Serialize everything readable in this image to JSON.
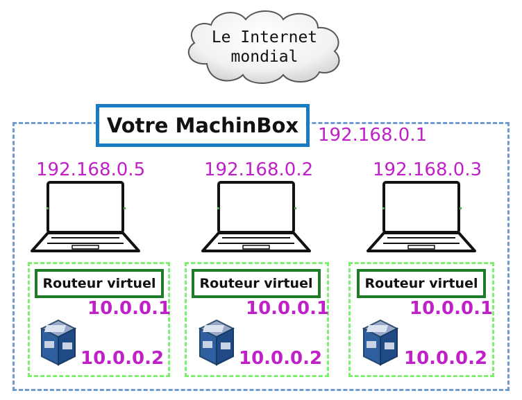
{
  "cloud": {
    "text": "Le Internet\nmondial"
  },
  "box": {
    "label": "Votre MachinBox",
    "ip": "192.168.0.1"
  },
  "laptops": [
    {
      "ip": "192.168.0.5",
      "router_label": "Routeur virtuel",
      "router_ip": "10.0.0.1",
      "vm_ip": "10.0.0.2"
    },
    {
      "ip": "192.168.0.2",
      "router_label": "Routeur virtuel",
      "router_ip": "10.0.0.1",
      "vm_ip": "10.0.0.2"
    },
    {
      "ip": "192.168.0.3",
      "router_label": "Routeur virtuel",
      "router_ip": "10.0.0.1",
      "vm_ip": "10.0.0.2"
    }
  ],
  "colors": {
    "ip_text": "#c020c8",
    "lan_border": "#6f9bd0",
    "box_border": "#1a7cc0",
    "vm_border": "#7ef070",
    "router_border": "#1f7a2a"
  },
  "icons": {
    "laptop": "laptop-icon",
    "vm": "virtualbox-icon",
    "cloud": "cloud-icon"
  }
}
